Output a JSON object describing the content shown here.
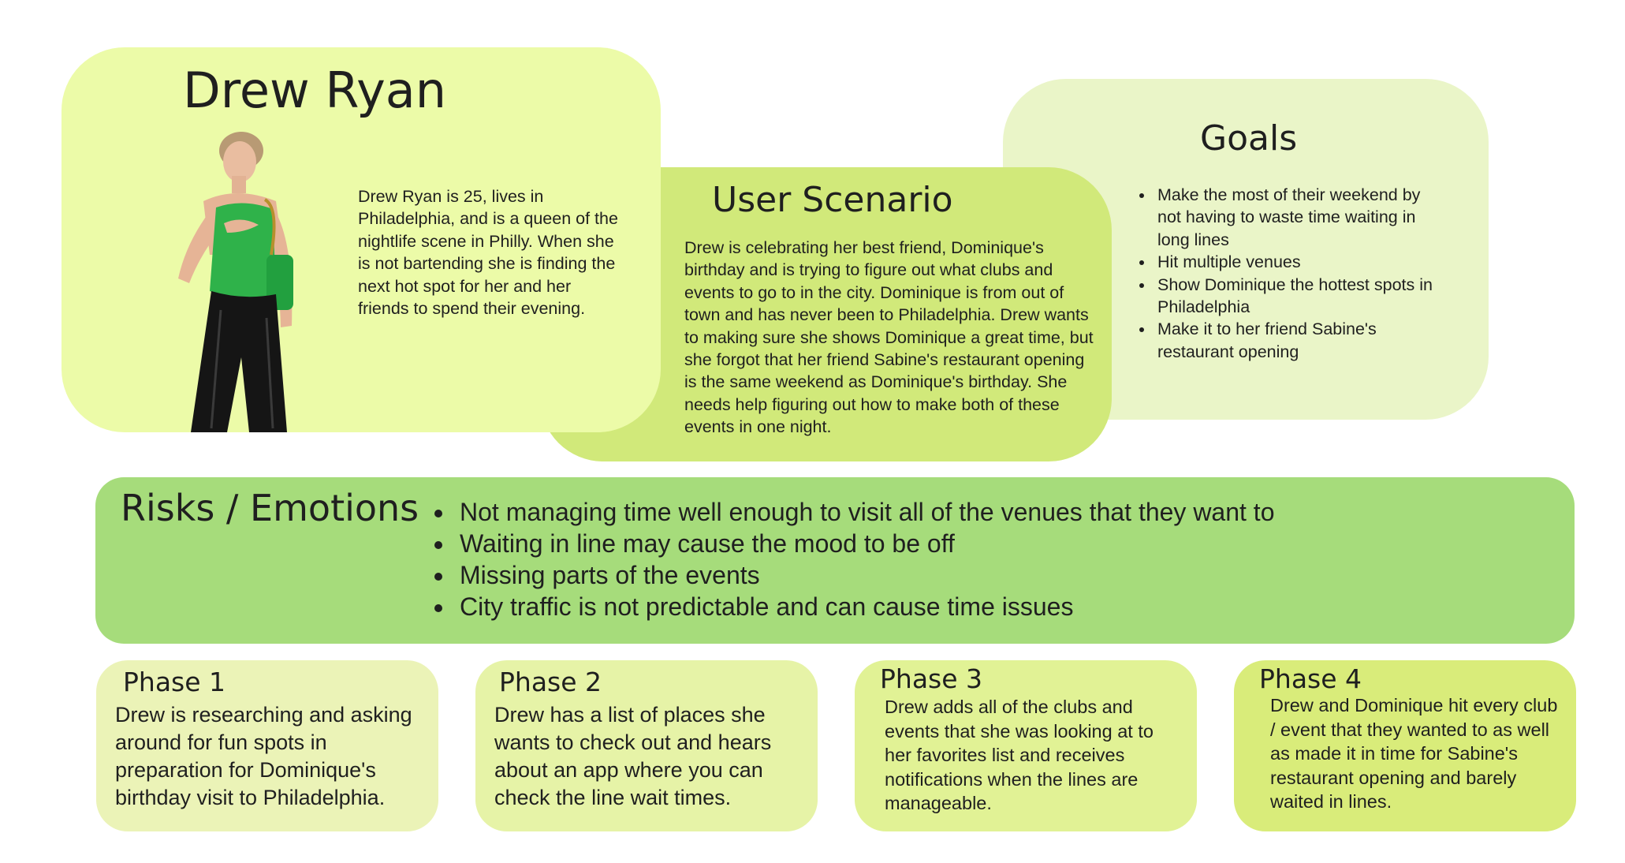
{
  "persona": {
    "name": "Drew Ryan",
    "bio": "Drew Ryan is 25, lives in Philadelphia, and is a queen of the nightlife scene in Philly. When she is not bartending she is finding the next hot spot for her and her friends to spend their evening."
  },
  "scenario": {
    "title": "User Scenario",
    "body": "Drew is celebrating her best friend, Dominique's birthday and is trying to figure out what clubs and events to go to in the city. Dominique is from out of town and has never been to Philadelphia. Drew wants to making sure she shows Dominique a great time, but she forgot that her friend Sabine's restaurant opening is the same weekend as Dominique's birthday. She needs help figuring out how to make both of these events in one night."
  },
  "goals": {
    "title": "Goals",
    "items": [
      "Make the most of their weekend by not having to waste time waiting in long lines",
      "Hit multiple venues",
      "Show Dominique the hottest spots in Philadelphia",
      "Make it to her friend Sabine's restaurant opening"
    ]
  },
  "risks": {
    "title": "Risks / Emotions",
    "items": [
      "Not managing time well enough to visit all of the venues that they want to",
      "Waiting in line may cause the mood to be off",
      "Missing parts of the events",
      "City traffic is not predictable and can cause time issues"
    ]
  },
  "phases": [
    {
      "title": "Phase 1",
      "text": "Drew is researching and asking around for fun spots in preparation for Dominique's birthday visit to Philadelphia."
    },
    {
      "title": "Phase 2",
      "text": "Drew has a list of places she wants to check out and hears about an app where you can check the line wait times."
    },
    {
      "title": "Phase 3",
      "text": "Drew adds all of the clubs  and events that she was looking at to her favorites list and receives notifications when the lines are manageable."
    },
    {
      "title": "Phase 4",
      "text": "Drew and Dominique hit every club / event that they wanted to as well as made it in time for Sabine's restaurant opening and barely waited in lines."
    }
  ],
  "colors": {
    "persona_bg": "#ecfba8",
    "scenario_bg": "#d1e97a",
    "goals_bg": "#eaf5c8",
    "risks_bg": "#a6dc7b",
    "phase_1_bg": "#ebf3b7",
    "phase_2_bg": "#e6f3a7",
    "phase_3_bg": "#e1f295",
    "phase_4_bg": "#d9ec7a"
  }
}
